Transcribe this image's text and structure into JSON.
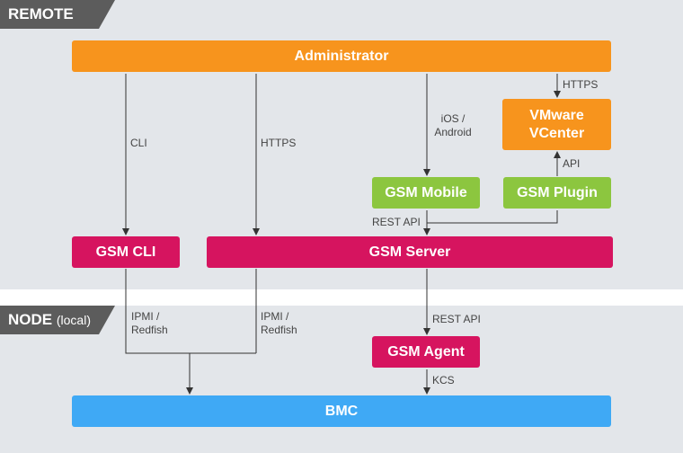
{
  "zones": {
    "remote_label": "REMOTE",
    "node_label": "NODE",
    "node_sublabel": "(local)"
  },
  "boxes": {
    "administrator": "Administrator",
    "vmware_line1": "VMware",
    "vmware_line2": "VCenter",
    "gsm_mobile": "GSM Mobile",
    "gsm_plugin": "GSM Plugin",
    "gsm_cli": "GSM CLI",
    "gsm_server": "GSM Server",
    "gsm_agent": "GSM Agent",
    "bmc": "BMC"
  },
  "edge_labels": {
    "cli": "CLI",
    "https_server": "HTTPS",
    "ios_line1": "iOS /",
    "ios_line2": "Android",
    "https_vcenter": "HTTPS",
    "api": "API",
    "rest_api_top": "REST API",
    "ipmi_cli_line1": "IPMI /",
    "ipmi_cli_line2": "Redfish",
    "ipmi_server_line1": "IPMI /",
    "ipmi_server_line2": "Redfish",
    "rest_api_agent": "REST API",
    "kcs": "KCS"
  },
  "colors": {
    "zone_background": "#e3e6ea",
    "tab": "#5c5c5c",
    "orange": "#f7941d",
    "green": "#8cc63f",
    "red": "#d6145f",
    "blue": "#3fa9f5",
    "arrow": "#333333"
  }
}
